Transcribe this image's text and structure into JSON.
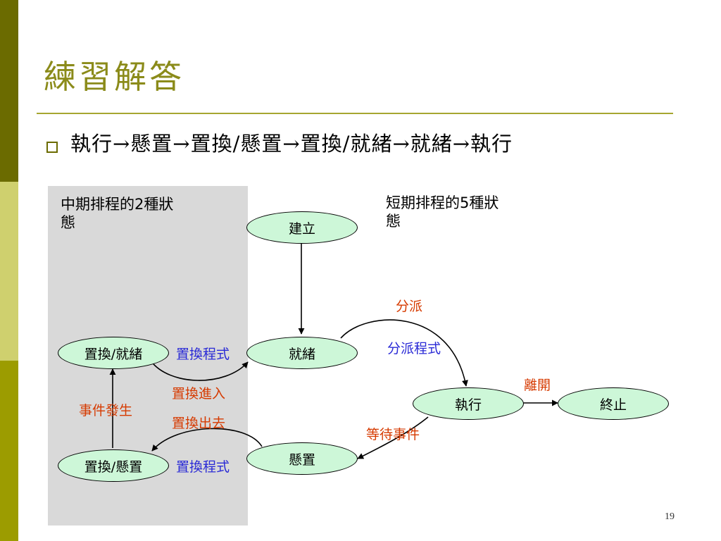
{
  "slide": {
    "title": "練習解答",
    "bullet": "執行→懸置→置換/懸置→置換/就緒→就緒→執行",
    "page_number": "19",
    "colors": {
      "sidebar_dark": "#6b6b00",
      "sidebar_light": "#cfd06e",
      "sidebar_mid": "#9c9c00",
      "title": "#8b8b1a",
      "node_fill": "#cdf7d8",
      "panel": "#d9d9d9",
      "label_red": "#d63a00",
      "label_blue": "#2a2ad6"
    }
  },
  "diagram": {
    "panel_label_line1": "中期排程的2種狀",
    "panel_label_line2": "態",
    "right_label_line1": "短期排程的5種狀",
    "right_label_line2": "態",
    "nodes": {
      "create": "建立",
      "ready": "就緒",
      "running": "執行",
      "terminated": "終止",
      "suspended": "懸置",
      "swap_ready": "置換/就緒",
      "swap_suspended": "置換/懸置"
    },
    "labels": {
      "dispatch": "分派",
      "dispatcher": "分派程式",
      "exit": "離開",
      "wait_event": "等待事件",
      "event_occurs": "事件發生",
      "swap_in": "置換進入",
      "swap_out": "置換出去",
      "swapper_top": "置換程式",
      "swapper_bottom": "置換程式"
    }
  }
}
